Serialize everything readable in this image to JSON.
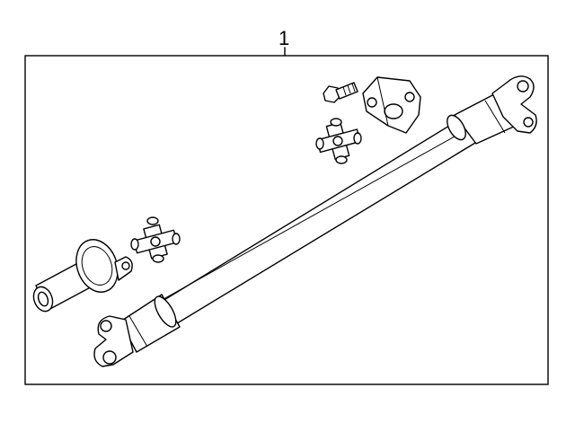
{
  "diagram": {
    "callout_label": "1",
    "parts": [
      "drive-shaft-assembly",
      "front-slip-yoke",
      "universal-joint-front",
      "universal-joint-rear",
      "center-bearing-bracket",
      "mounting-bolt"
    ]
  }
}
